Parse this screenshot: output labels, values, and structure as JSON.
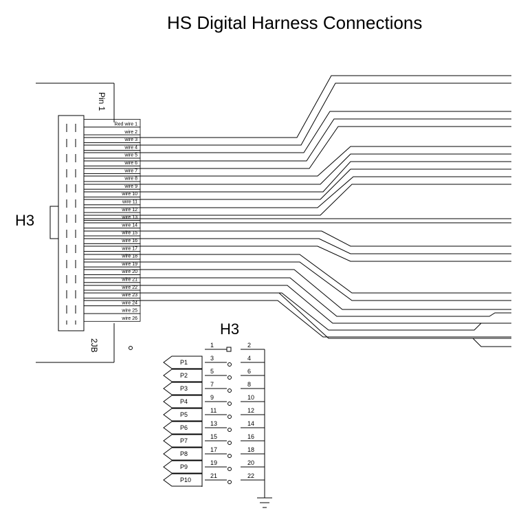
{
  "title": "HS Digital Harness Connections",
  "connector": {
    "label": "H3",
    "pin1_label": "Pin 1",
    "end_label": "2JB",
    "wires": [
      "Red wire 1",
      "wire 2",
      "wire 3",
      "wire 4",
      "wire 5",
      "wire 6",
      "wire 7",
      "wire 8",
      "wire 9",
      "wire 10",
      "wire 11",
      "wire 12",
      "wire 13",
      "wire 14",
      "wire 15",
      "wire 16",
      "wire 17",
      "wire 18",
      "wire 19",
      "wire 20",
      "wire 21",
      "wire 22",
      "wire 23",
      "wire 24",
      "wire 25",
      "wire 26"
    ]
  },
  "schematic": {
    "label": "H3",
    "ports": [
      "P1",
      "P2",
      "P3",
      "P4",
      "P5",
      "P6",
      "P7",
      "P8",
      "P9",
      "P10"
    ],
    "odd_pins": [
      "1",
      "3",
      "5",
      "7",
      "9",
      "11",
      "13",
      "15",
      "17",
      "19",
      "21"
    ],
    "even_pins": [
      "2",
      "4",
      "6",
      "8",
      "10",
      "12",
      "14",
      "16",
      "18",
      "20",
      "22"
    ]
  }
}
